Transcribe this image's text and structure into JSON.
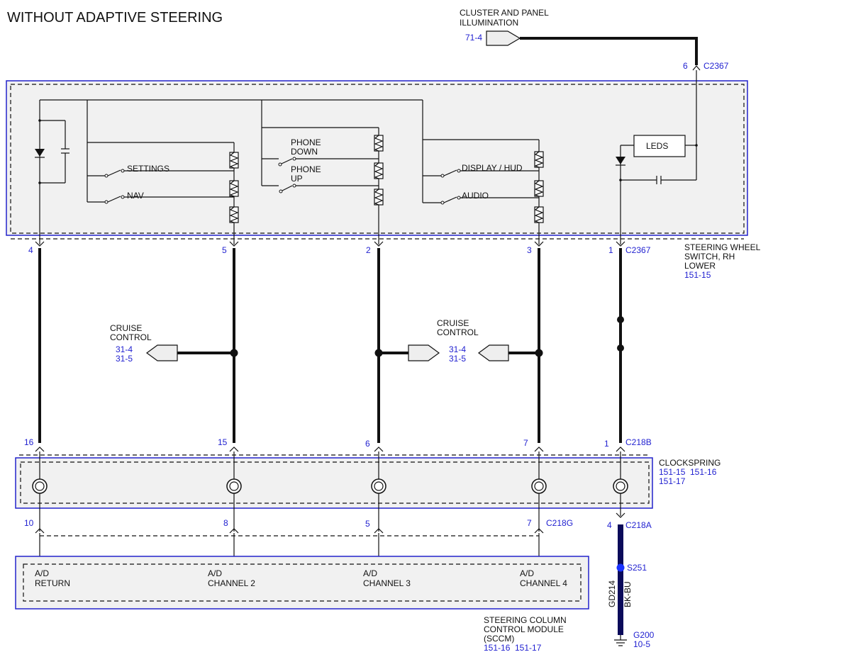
{
  "title": "WITHOUT ADAPTIVE STEERING",
  "illumination": {
    "label_1": "CLUSTER AND PANEL",
    "label_2": "ILLUMINATION",
    "ref": "71-4",
    "pin": "6",
    "connector": "C2367"
  },
  "switch_module": {
    "name_1": "STEERING WHEEL",
    "name_2": "SWITCH, RH",
    "name_3": "LOWER",
    "ref": "151-15",
    "switches": {
      "settings": "SETTINGS",
      "nav": "NAV",
      "phone_down_1": "PHONE",
      "phone_down_2": "DOWN",
      "phone_up_1": "PHONE",
      "phone_up_2": "UP",
      "display_hud": "DISPLAY / HUD",
      "audio": "AUDIO",
      "leds": "LEDS"
    },
    "pins": {
      "p4": "4",
      "p5": "5",
      "p2": "2",
      "p3": "3",
      "p1": "1"
    },
    "connector": "C2367"
  },
  "cruise_left": {
    "label_1": "CRUISE",
    "label_2": "CONTROL",
    "ref_1": "31-4",
    "ref_2": "31-5"
  },
  "cruise_right": {
    "label_1": "CRUISE",
    "label_2": "CONTROL",
    "ref_1": "31-4",
    "ref_2": "31-5"
  },
  "clockspring": {
    "name": "CLOCKSPRING",
    "ref_1": "151-15",
    "ref_2": "151-16",
    "ref_3": "151-17",
    "top_pins": {
      "a": "16",
      "b": "15",
      "c": "6",
      "d": "7",
      "e": "1"
    },
    "top_connector": "C218B",
    "bottom_pins": {
      "a": "10",
      "b": "8",
      "c": "5",
      "d": "7"
    },
    "bottom_connector": "C218G",
    "ground_pin": "4",
    "ground_connector": "C218A"
  },
  "sccm": {
    "name_1": "STEERING COLUMN",
    "name_2": "CONTROL MODULE",
    "name_3": "(SCCM)",
    "ref_1": "151-16",
    "ref_2": "151-17",
    "channels": [
      {
        "l1": "A/D",
        "l2": "RETURN"
      },
      {
        "l1": "A/D",
        "l2": "CHANNEL 2"
      },
      {
        "l1": "A/D",
        "l2": "CHANNEL 3"
      },
      {
        "l1": "A/D",
        "l2": "CHANNEL 4"
      }
    ]
  },
  "ground": {
    "splice": "S251",
    "circuit": "GD214",
    "color": "BK-BU",
    "ground": "G200",
    "ref": "10-5"
  }
}
